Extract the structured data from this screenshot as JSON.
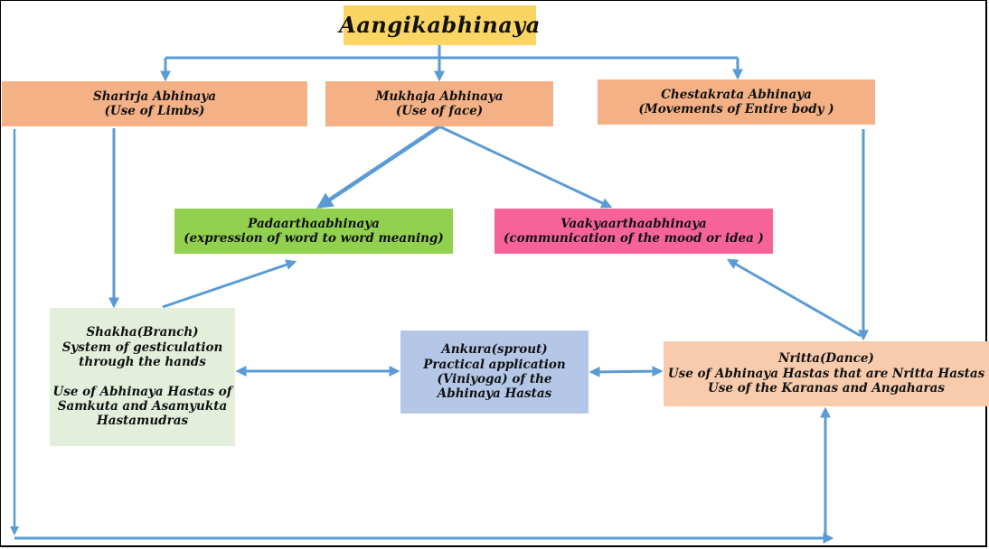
{
  "diagram": {
    "title": "Aangikabhinaya",
    "colors": {
      "title_fill": "#fbd564",
      "level1_fill": "#f3b185",
      "padaartha_fill": "#92d050",
      "vaakyaartha_fill": "#f76398",
      "shakha_fill": "#e3eedb",
      "ankura_fill": "#b4c7e7",
      "nritta_fill": "#f8cbad",
      "arrow": "#5b9bd5"
    },
    "nodes": {
      "sharirja": {
        "line1": "Sharirja Abhinaya",
        "line2": "(Use of Limbs)"
      },
      "mukhaja": {
        "line1": "Mukhaja Abhinaya",
        "line2": "(Use of face)"
      },
      "chestakrata": {
        "line1": "Chestakrata Abhinaya",
        "line2": "(Movements of Entire body )"
      },
      "padaartha": {
        "line1": "Padaarthaabhinaya",
        "line2": "(expression of word to word meaning)"
      },
      "vaakyaartha": {
        "line1": "Vaakyaarthaabhinaya",
        "line2": "(communication of the mood or idea )"
      },
      "shakha": {
        "line1": "Shakha(Branch)",
        "line2": "System of gesticulation",
        "line3": "through the hands",
        "line4": "Use of Abhinaya Hastas of",
        "line5": "Samkuta and Asamyukta",
        "line6": "Hastamudras"
      },
      "ankura": {
        "line1": "Ankura(sprout)",
        "line2": "Practical application",
        "line3": "(Viniyoga) of the",
        "line4": "Abhinaya Hastas"
      },
      "nritta": {
        "line1": "Nritta(Dance)",
        "line2": "Use of Abhinaya Hastas that are Nritta Hastas",
        "line3": "Use of the Karanas and Angaharas"
      }
    },
    "edges": [
      {
        "from": "Aangikabhinaya",
        "to": "Sharirja Abhinaya",
        "type": "arrow"
      },
      {
        "from": "Aangikabhinaya",
        "to": "Mukhaja Abhinaya",
        "type": "arrow"
      },
      {
        "from": "Aangikabhinaya",
        "to": "Chestakrata Abhinaya",
        "type": "arrow"
      },
      {
        "from": "Mukhaja Abhinaya",
        "to": "Padaarthaabhinaya",
        "type": "arrow"
      },
      {
        "from": "Mukhaja Abhinaya",
        "to": "Vaakyaarthaabhinaya",
        "type": "arrow"
      },
      {
        "from": "Sharirja Abhinaya",
        "to": "Shakha(Branch)",
        "type": "arrow"
      },
      {
        "from": "Shakha(Branch)",
        "to": "Padaarthaabhinaya",
        "type": "arrow"
      },
      {
        "from": "Chestakrata Abhinaya",
        "to": "Nritta(Dance)",
        "type": "arrow"
      },
      {
        "from": "Nritta(Dance)",
        "to": "Vaakyaarthaabhinaya",
        "type": "arrow"
      },
      {
        "from": "Shakha(Branch)",
        "to": "Ankura(sprout)",
        "type": "double-arrow"
      },
      {
        "from": "Ankura(sprout)",
        "to": "Nritta(Dance)",
        "type": "double-arrow"
      },
      {
        "from": "Sharirja Abhinaya",
        "to": "Nritta(Dance)",
        "type": "elbow-arrow"
      }
    ]
  }
}
